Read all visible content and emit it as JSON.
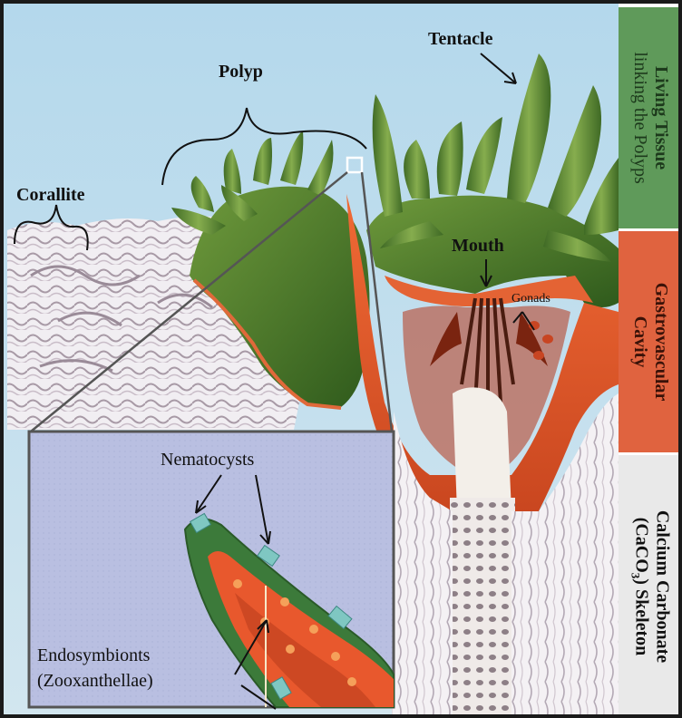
{
  "labels": {
    "tentacle": "Tentacle",
    "polyp": "Polyp",
    "corallite": "Corallite",
    "mouth": "Mouth",
    "gonads": "Gonads",
    "nematocysts": "Nematocysts",
    "endosymbionts": "Endosymbionts",
    "zooxanthellae": "(Zooxanthellae)"
  },
  "side_bands": [
    {
      "lines": [
        "Living Tissue",
        "linking the Polyps"
      ],
      "color": "#5f9a5a",
      "text_color": "#1d3a1c"
    },
    {
      "lines": [
        "Gastrovascular",
        "Cavity"
      ],
      "color": "#e0633f",
      "text_color": "#3a1208"
    },
    {
      "lines": [
        "Calcium Carbonate",
        "(CaCO",
        "3",
        ") Skeleton"
      ],
      "color": "#e9e9e9",
      "text_color": "#111111"
    }
  ],
  "colors": {
    "sky": "#c3dfee",
    "tissue_green": "#4f7f2c",
    "cavity_orange": "#e2582a",
    "skeleton": "#f2eef0",
    "inset_bg": "#b7bde0"
  }
}
